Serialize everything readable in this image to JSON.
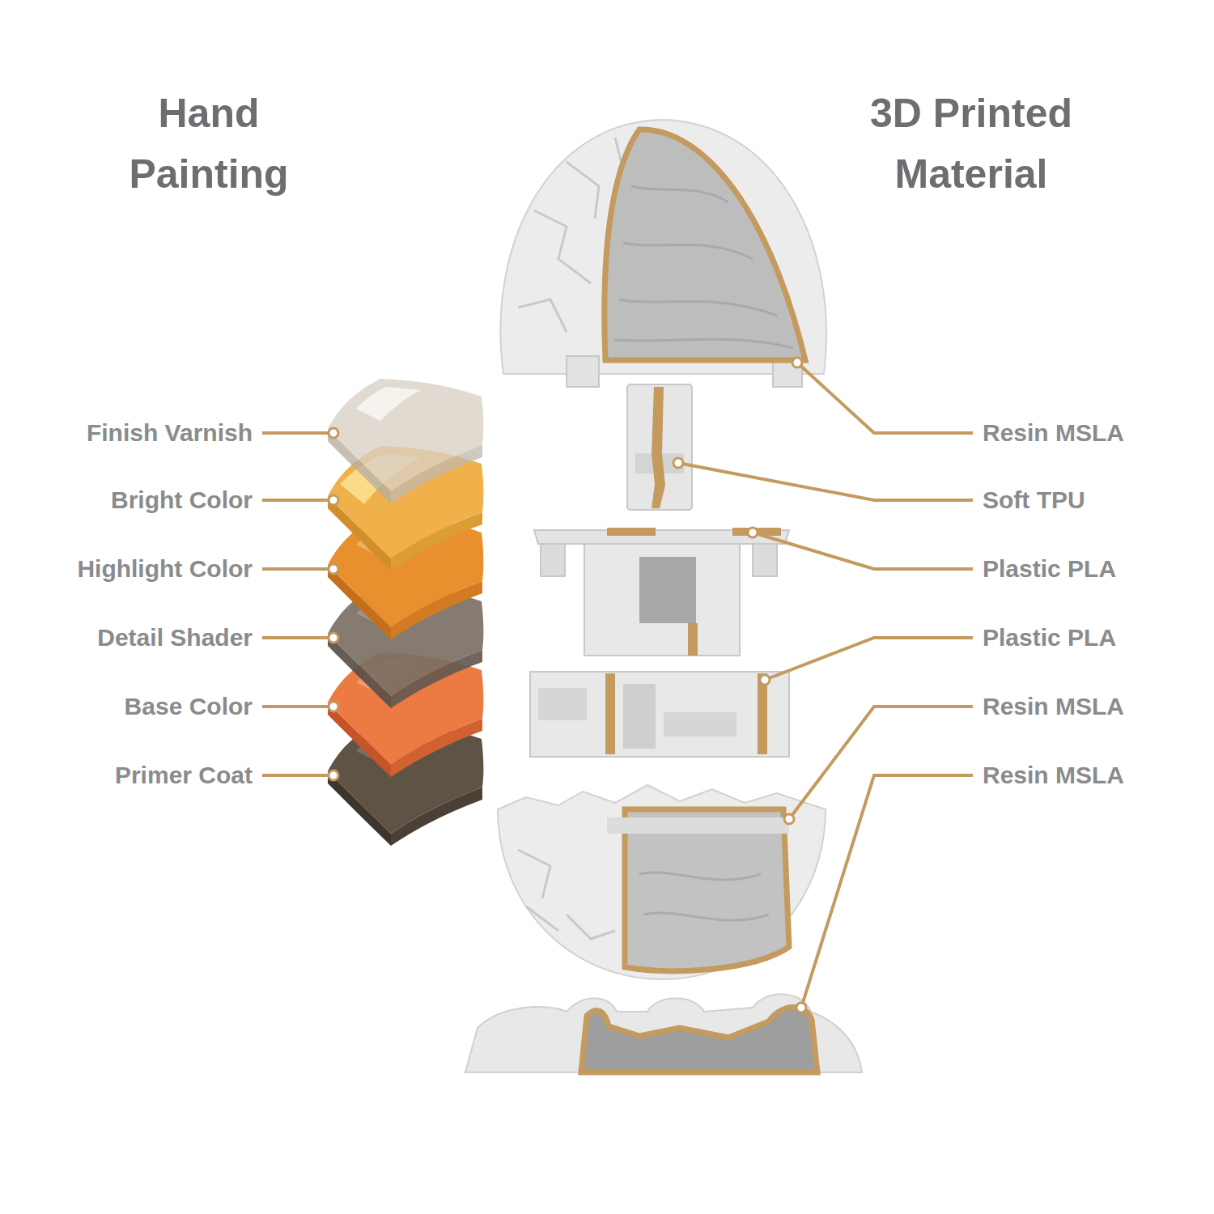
{
  "diagram": {
    "labels": [
      "Hand Painting",
      "3D Printed Material",
      "Finish Varnish",
      "Bright Color",
      "Highlight Color",
      "Detail Shader",
      "Base Color",
      "Primer Coat",
      "Resin MSLA",
      "Soft TPU",
      "Plastic PLA",
      "Plastic PLA",
      "Resin MSLA",
      "Resin MSLA"
    ]
  }
}
